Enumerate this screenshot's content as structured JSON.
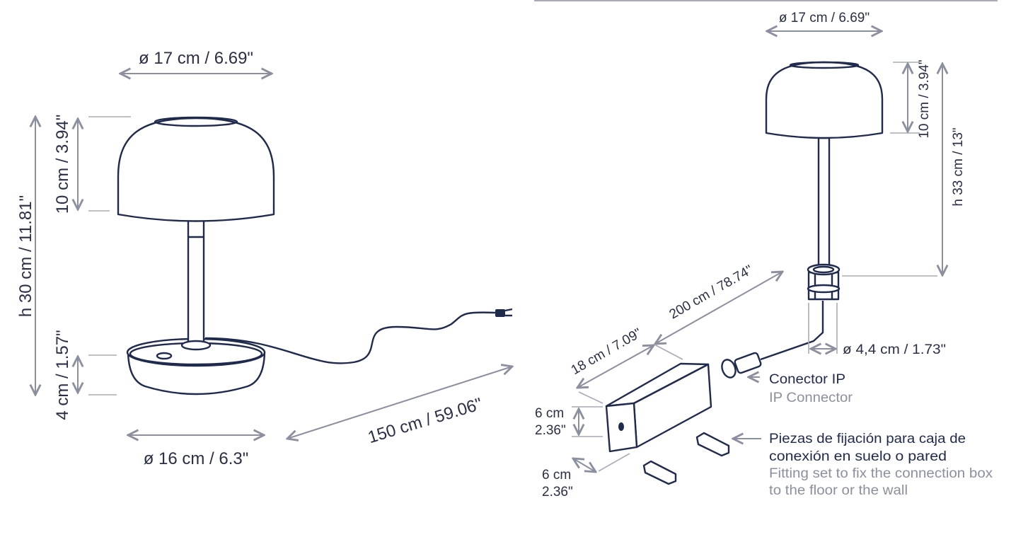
{
  "colors": {
    "outline": "#1f2a4d",
    "dimension": "#8c8f9e",
    "text_dark": "#1f2a4d",
    "text_light": "#8c8f9e"
  },
  "table_lamp": {
    "shade_diameter": "ø 17 cm / 6.69\"",
    "total_height": "h 30 cm / 11.81\"",
    "shade_height": "10 cm / 3.94\"",
    "base_height": "4 cm / 1.57\"",
    "base_diameter": "ø 16 cm / 6.3\"",
    "cable_length": "150 cm / 59.06\""
  },
  "outdoor_lamp": {
    "shade_diameter": "ø 17 cm / 6.69\"",
    "shade_height": "10 cm / 3.94\"",
    "total_height": "h 33 cm / 13\"",
    "fixing_diameter": "ø 4,4 cm / 1.73\"",
    "cable_length": "200 cm / 78.74\"",
    "box_length": "18 cm / 7.09\"",
    "box_height_cm": "6 cm",
    "box_height_in": "2.36\"",
    "box_width_cm": "6 cm",
    "box_width_in": "2.36\""
  },
  "labels": {
    "connector_es": "Conector IP",
    "connector_en": "IP Connector",
    "fitting_es_1": "Piezas de fijación para caja de",
    "fitting_es_2": "conexión en suelo o pared",
    "fitting_en_1": "Fitting set to fix the connection box",
    "fitting_en_2": "to the floor or the wall"
  }
}
